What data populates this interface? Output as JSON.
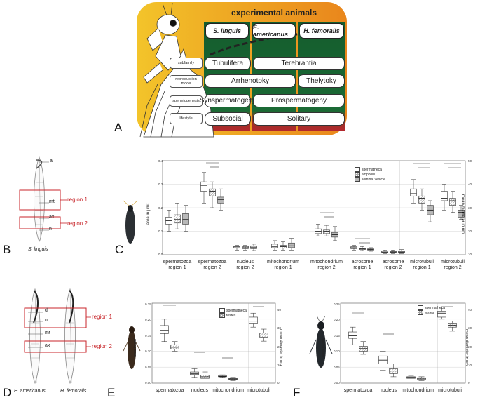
{
  "panels": {
    "a": "A",
    "b": "B",
    "c": "C",
    "d": "D",
    "e": "E",
    "f": "F"
  },
  "panel_a": {
    "title": "experimental animals",
    "species": [
      "S. linguis",
      "E. americanus",
      "H. femoralis"
    ],
    "rows": [
      {
        "label": "subfamily",
        "cells": [
          "Tubulifera",
          "Terebrantia"
        ]
      },
      {
        "label": "reproduction mode",
        "cells": [
          "Arrhenotoky",
          "Thelytoky"
        ]
      },
      {
        "label": "spermiogenesis",
        "cells": [
          "Synspermatogeny",
          "Prospermatogeny"
        ]
      },
      {
        "label": "lifestyle",
        "cells": [
          "Subsocial",
          "Solitary"
        ]
      }
    ],
    "colors": {
      "panel_bg_left": "#f0b823",
      "panel_bg_right": "#e8891b",
      "green": "#1b6a35",
      "red": "#b3282d"
    }
  },
  "panel_b": {
    "labels": {
      "a": "a",
      "mt": "mt",
      "ax": "ax",
      "n": "n"
    },
    "regions": [
      "region 1",
      "region 2"
    ],
    "species": "S. linguis"
  },
  "panel_d": {
    "labels": {
      "d": "d",
      "n": "n",
      "mt": "mt",
      "ax": "ax"
    },
    "regions": [
      "region 1",
      "region 2"
    ],
    "species": [
      "E. americanus",
      "H. femoralis"
    ]
  },
  "chart_c": {
    "ylabel_left": "area in µm²",
    "ylabel_right": "mean diameter in nm",
    "yticks_left": [
      "0.4",
      "0.3",
      "0.2",
      "0.1",
      "0.0"
    ],
    "yticks_right": [
      "50",
      "40",
      "30",
      "20",
      "10"
    ],
    "legend": [
      "spermatheca",
      "ampoule",
      "seminal vesicle"
    ],
    "categories": [
      "spermatozoa region 1",
      "spermatozoa region 2",
      "nucleus region 2",
      "mitochondrium region 1",
      "mitochondrium region 2",
      "acrosome region 1",
      "acrosome region 2",
      "microtubuli region 1",
      "microtubuli region 2"
    ]
  },
  "chart_e": {
    "ylabel_left": "area in µm²",
    "ylabel_right": "mean diameter in nm",
    "yticks_left": [
      "0.25",
      "0.20",
      "0.15",
      "0.10",
      "0.05",
      "0.00"
    ],
    "yticks_right": [
      "40",
      "30",
      "20",
      "10",
      "0"
    ],
    "legend": [
      "spermatheca",
      "testes"
    ],
    "categories": [
      "spermatozoa",
      "nucleus",
      "mitochondrium",
      "microtubuli"
    ]
  },
  "chart_f": {
    "ylabel_left": "area in µm²",
    "ylabel_right": "mean diameter in nm",
    "yticks_left": [
      "0.25",
      "0.20",
      "0.15",
      "0.10",
      "0.05",
      "0.00"
    ],
    "yticks_right": [
      "40",
      "30",
      "20",
      "10",
      "0"
    ],
    "legend": [
      "spermatheca",
      "testes"
    ],
    "categories": [
      "spermatozoa",
      "nucleus",
      "mitochondrium",
      "microtubuli"
    ]
  },
  "chart_data": [
    {
      "type": "box",
      "panel": "C",
      "categories": [
        "spermatozoa region 1",
        "spermatozoa region 2",
        "nucleus region 2",
        "mitochondrium region 1",
        "mitochondrium region 2",
        "acrosome region 1",
        "acrosome region 2",
        "microtubuli region 1",
        "microtubuli region 2"
      ],
      "series_names": [
        "spermatheca",
        "ampoule",
        "seminal vesicle"
      ],
      "axis_left": {
        "label": "area in µm²",
        "range": [
          0,
          0.4
        ]
      },
      "axis_right": {
        "label": "mean diameter in nm",
        "range": [
          10,
          50
        ],
        "applies_to": [
          "microtubuli region 1",
          "microtubuli region 2"
        ]
      },
      "boxes": [
        [
          [
            0.1,
            0.13,
            0.145,
            0.16,
            0.19
          ],
          [
            0.11,
            0.135,
            0.15,
            0.17,
            0.22
          ],
          [
            0.1,
            0.13,
            0.15,
            0.175,
            0.21
          ]
        ],
        [
          [
            0.22,
            0.27,
            0.295,
            0.31,
            0.35
          ],
          [
            0.2,
            0.25,
            0.27,
            0.28,
            0.31
          ],
          [
            0.19,
            0.22,
            0.235,
            0.245,
            0.28
          ]
        ],
        [
          [
            0.02,
            0.028,
            0.033,
            0.036,
            0.04
          ],
          [
            0.02,
            0.026,
            0.03,
            0.035,
            0.04
          ],
          [
            0.018,
            0.026,
            0.03,
            0.038,
            0.045
          ]
        ],
        [
          [
            0.02,
            0.03,
            0.035,
            0.045,
            0.06
          ],
          [
            0.02,
            0.028,
            0.034,
            0.04,
            0.055
          ],
          [
            0.02,
            0.03,
            0.038,
            0.05,
            0.07
          ]
        ],
        [
          [
            0.08,
            0.09,
            0.1,
            0.11,
            0.13
          ],
          [
            0.08,
            0.09,
            0.1,
            0.105,
            0.125
          ],
          [
            0.06,
            0.075,
            0.085,
            0.095,
            0.12
          ]
        ],
        [
          [
            0.02,
            0.026,
            0.03,
            0.034,
            0.04
          ],
          [
            0.018,
            0.022,
            0.025,
            0.028,
            0.035
          ],
          [
            0.015,
            0.02,
            0.022,
            0.025,
            0.03
          ]
        ],
        [
          [
            0.005,
            0.01,
            0.012,
            0.016,
            0.02
          ],
          [
            0.005,
            0.01,
            0.012,
            0.015,
            0.02
          ],
          [
            0.005,
            0.01,
            0.012,
            0.016,
            0.022
          ]
        ],
        [
          [
            32,
            35,
            36,
            38,
            42
          ],
          [
            29,
            32,
            34,
            35,
            38
          ],
          [
            24,
            27,
            29,
            31,
            33
          ]
        ],
        [
          [
            29,
            33,
            34,
            37,
            40
          ],
          [
            28,
            31,
            33,
            34,
            37
          ],
          [
            25,
            26,
            28,
            29,
            31
          ]
        ]
      ]
    },
    {
      "type": "box",
      "panel": "E",
      "categories": [
        "spermatozoa",
        "nucleus",
        "mitochondrium",
        "microtubuli"
      ],
      "series_names": [
        "spermatheca",
        "testes"
      ],
      "axis_left": {
        "label": "area in µm²",
        "range": [
          0,
          0.25
        ]
      },
      "axis_right": {
        "label": "mean diameter in nm",
        "range": [
          0,
          40
        ],
        "applies_to": [
          "microtubuli"
        ]
      },
      "boxes": [
        [
          [
            0.13,
            0.155,
            0.165,
            0.18,
            0.2
          ],
          [
            0.1,
            0.107,
            0.112,
            0.12,
            0.13
          ]
        ],
        [
          [
            0.018,
            0.027,
            0.03,
            0.035,
            0.045
          ],
          [
            0.01,
            0.015,
            0.02,
            0.025,
            0.035
          ]
        ],
        [
          [
            0.018,
            0.02,
            0.021,
            0.023,
            0.026
          ],
          [
            0.008,
            0.011,
            0.013,
            0.015,
            0.018
          ]
        ],
        [
          [
            28,
            30,
            31,
            33,
            35
          ],
          [
            21,
            23,
            24,
            25,
            27
          ]
        ]
      ]
    },
    {
      "type": "box",
      "panel": "F",
      "categories": [
        "spermatozoa",
        "nucleus",
        "mitochondrium",
        "microtubuli"
      ],
      "series_names": [
        "spermatheca",
        "testes"
      ],
      "axis_left": {
        "label": "area in µm²",
        "range": [
          0,
          0.25
        ]
      },
      "axis_right": {
        "label": "mean diameter in nm",
        "range": [
          0,
          40
        ],
        "applies_to": [
          "microtubuli"
        ]
      },
      "boxes": [
        [
          [
            0.12,
            0.14,
            0.148,
            0.16,
            0.175
          ],
          [
            0.09,
            0.1,
            0.108,
            0.115,
            0.13
          ]
        ],
        [
          [
            0.04,
            0.06,
            0.072,
            0.085,
            0.1
          ],
          [
            0.02,
            0.03,
            0.038,
            0.045,
            0.06
          ]
        ],
        [
          [
            0.01,
            0.015,
            0.018,
            0.02,
            0.024
          ],
          [
            0.008,
            0.012,
            0.015,
            0.017,
            0.02
          ]
        ],
        [
          [
            32,
            33,
            35,
            36,
            38
          ],
          [
            26,
            28,
            29,
            30,
            31
          ]
        ]
      ]
    }
  ]
}
